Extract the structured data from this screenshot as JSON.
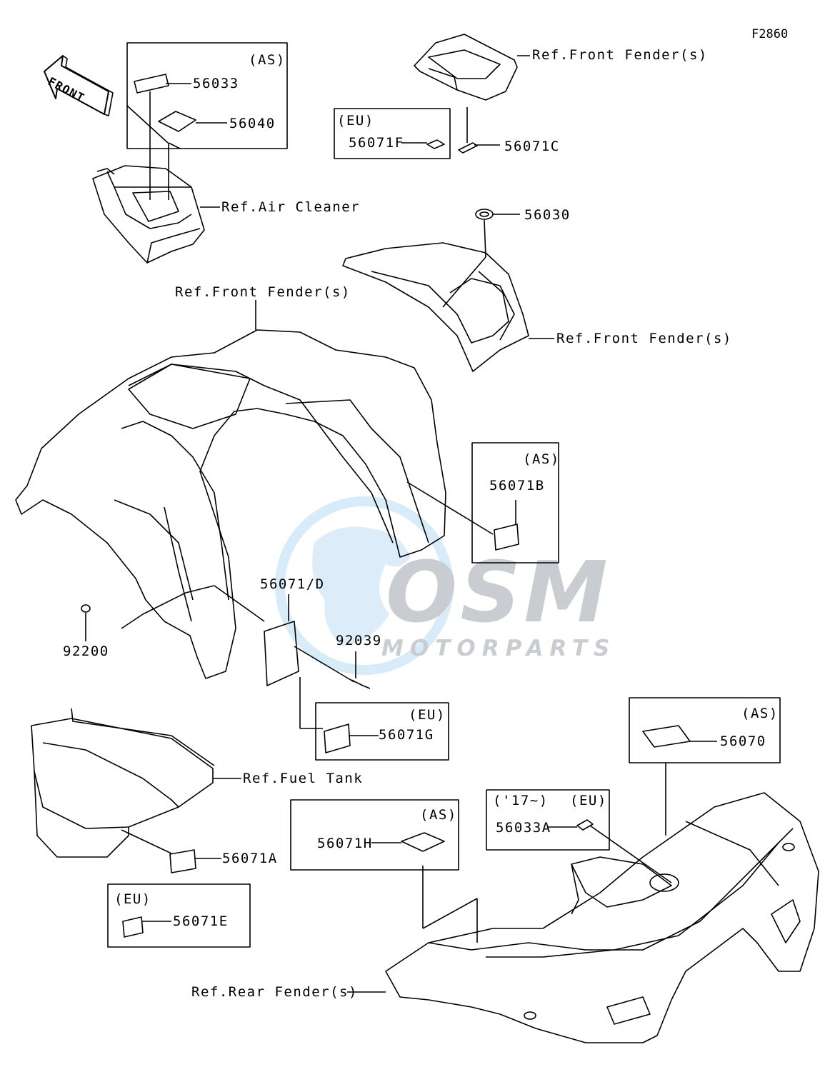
{
  "figure_code": "F2860",
  "front_arrow": "FRONT",
  "watermark": {
    "logo": "OSM",
    "text": "MOTORPARTS",
    "globe_color": "#cfe6f7",
    "logo_color": "#c9cdd2"
  },
  "boxes": {
    "as_air": "(AS)",
    "eu_front": "(EU)",
    "as_fender": "(AS)",
    "eu_g": "(EU)",
    "as_70": "(AS)",
    "as_71h": "(AS)",
    "year_17": "('17~)",
    "eu_33a": "(EU)",
    "eu_71e": "(EU)"
  },
  "parts": {
    "p56033": "56033",
    "p56040": "56040",
    "p56071F": "56071F",
    "p56071C": "56071C",
    "p56030": "56030",
    "p56071B": "56071B",
    "p56071D": "56071/D",
    "p92039": "92039",
    "p92200": "92200",
    "p56071G": "56071G",
    "p56070": "56070",
    "p56033A": "56033A",
    "p56071H": "56071H",
    "p56071A": "56071A",
    "p56071E": "56071E"
  },
  "refs": {
    "front_fender_top": "Ref.Front Fender(s)",
    "air_cleaner": "Ref.Air Cleaner",
    "front_fender_mid": "Ref.Front Fender(s)",
    "front_fender_right": "Ref.Front Fender(s)",
    "fuel_tank": "Ref.Fuel Tank",
    "rear_fender": "Ref.Rear Fender(s)"
  }
}
